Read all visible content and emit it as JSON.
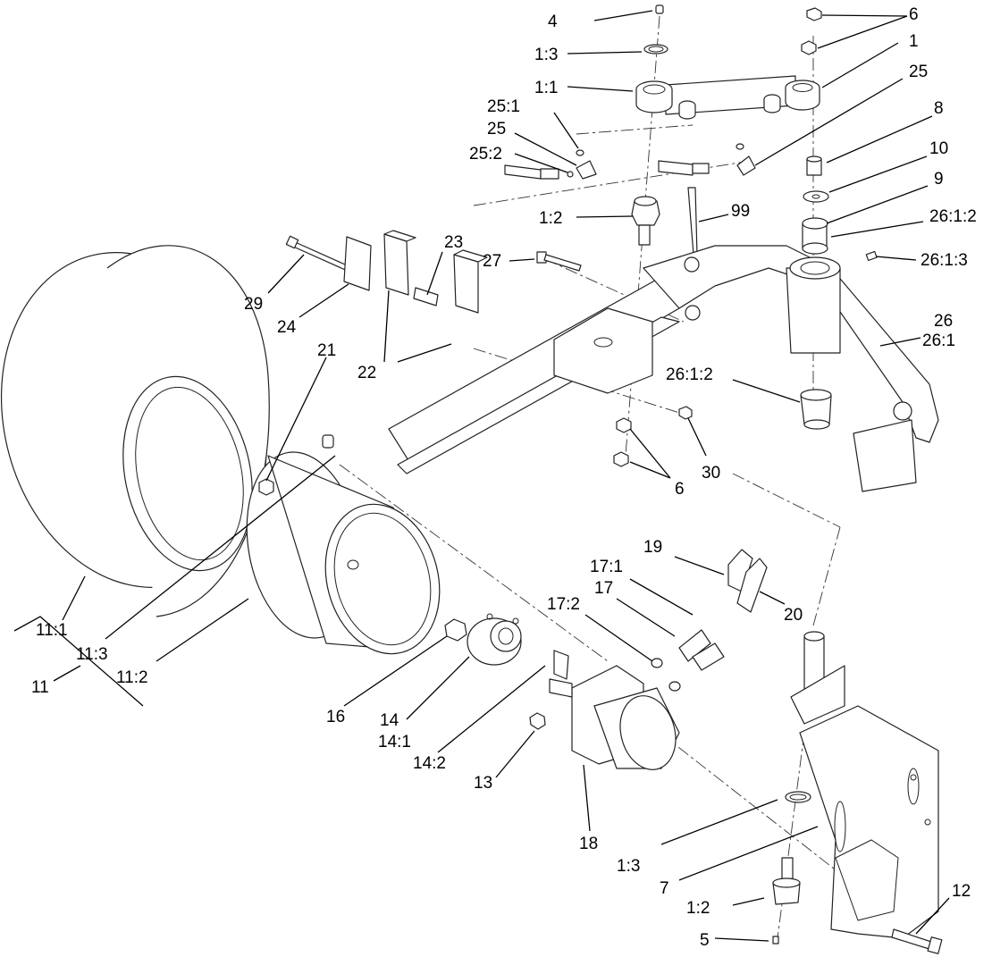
{
  "callouts": [
    {
      "text": "4"
    },
    {
      "text": "1:3"
    },
    {
      "text": "1:1"
    },
    {
      "text": "25:1"
    },
    {
      "text": "25"
    },
    {
      "text": "25:2"
    },
    {
      "text": "1:2"
    },
    {
      "text": "29"
    },
    {
      "text": "24"
    },
    {
      "text": "23"
    },
    {
      "text": "27"
    },
    {
      "text": "22"
    },
    {
      "text": "21"
    },
    {
      "text": "6"
    },
    {
      "text": "1"
    },
    {
      "text": "25"
    },
    {
      "text": "8"
    },
    {
      "text": "10"
    },
    {
      "text": "9"
    },
    {
      "text": "26:1:2"
    },
    {
      "text": "99"
    },
    {
      "text": "26:1:3"
    },
    {
      "text": "26"
    },
    {
      "text": "26:1"
    },
    {
      "text": "26:1:2"
    },
    {
      "text": "6"
    },
    {
      "text": "30"
    },
    {
      "text": "19"
    },
    {
      "text": "17:1"
    },
    {
      "text": "17"
    },
    {
      "text": "20"
    },
    {
      "text": "17:2"
    },
    {
      "text": "11:1"
    },
    {
      "text": "11:3"
    },
    {
      "text": "11:2"
    },
    {
      "text": "11"
    },
    {
      "text": "16"
    },
    {
      "text": "14"
    },
    {
      "text": "14:1"
    },
    {
      "text": "14:2"
    },
    {
      "text": "13"
    },
    {
      "text": "18"
    },
    {
      "text": "1:3"
    },
    {
      "text": "7"
    },
    {
      "text": "1:2"
    },
    {
      "text": "5"
    },
    {
      "text": "12"
    }
  ]
}
